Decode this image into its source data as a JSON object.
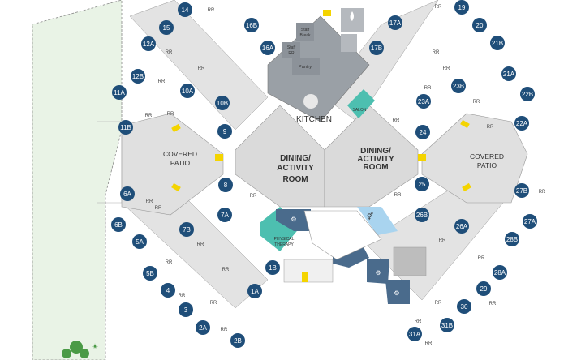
{
  "map": {
    "labels": {
      "dining_left": [
        "DINING/",
        "ACTIVITY",
        "ROOM"
      ],
      "dining_right": [
        "DINING/",
        "ACTIVITY",
        "ROOM"
      ],
      "patio_left": [
        "COVERED",
        "PATIO"
      ],
      "patio_right": [
        "COVERED",
        "PATIO"
      ],
      "kitchen": "KITCHEN",
      "pantry": "Pantry",
      "staff_break": [
        "Staff",
        "Break"
      ],
      "staff_rr": [
        "Staff",
        "RR"
      ],
      "salon": "SALON",
      "physical_therapy": [
        "PHYSICAL",
        "THERAPY"
      ],
      "restroom": "RR"
    },
    "rooms": [
      {
        "id": "14",
        "label": "14"
      },
      {
        "id": "15",
        "label": "15"
      },
      {
        "id": "16B",
        "label": "16B"
      },
      {
        "id": "16A",
        "label": "16A"
      },
      {
        "id": "12A",
        "label": "12A"
      },
      {
        "id": "12B",
        "label": "12B"
      },
      {
        "id": "11A",
        "label": "11A"
      },
      {
        "id": "11B",
        "label": "11B"
      },
      {
        "id": "10A",
        "label": "10A"
      },
      {
        "id": "10B",
        "label": "10B"
      },
      {
        "id": "9",
        "label": "9"
      },
      {
        "id": "8",
        "label": "8"
      },
      {
        "id": "7A",
        "label": "7A"
      },
      {
        "id": "7B",
        "label": "7B"
      },
      {
        "id": "6A",
        "label": "6A"
      },
      {
        "id": "6B",
        "label": "6B"
      },
      {
        "id": "5A",
        "label": "5A"
      },
      {
        "id": "5B",
        "label": "5B"
      },
      {
        "id": "4",
        "label": "4"
      },
      {
        "id": "3",
        "label": "3"
      },
      {
        "id": "2A",
        "label": "2A"
      },
      {
        "id": "2B",
        "label": "2B"
      },
      {
        "id": "1A",
        "label": "1A"
      },
      {
        "id": "1B",
        "label": "1B"
      },
      {
        "id": "19",
        "label": "19"
      },
      {
        "id": "20",
        "label": "20"
      },
      {
        "id": "17A",
        "label": "17A"
      },
      {
        "id": "17B",
        "label": "17B"
      },
      {
        "id": "21B",
        "label": "21B"
      },
      {
        "id": "21A",
        "label": "21A"
      },
      {
        "id": "23B",
        "label": "23B"
      },
      {
        "id": "23A",
        "label": "23A"
      },
      {
        "id": "22B",
        "label": "22B"
      },
      {
        "id": "22A",
        "label": "22A"
      },
      {
        "id": "24",
        "label": "24"
      },
      {
        "id": "25",
        "label": "25"
      },
      {
        "id": "26B",
        "label": "26B"
      },
      {
        "id": "26A",
        "label": "26A"
      },
      {
        "id": "27B",
        "label": "27B"
      },
      {
        "id": "27A",
        "label": "27A"
      },
      {
        "id": "28B",
        "label": "28B"
      },
      {
        "id": "28A",
        "label": "28A"
      },
      {
        "id": "29",
        "label": "29"
      },
      {
        "id": "30",
        "label": "30"
      },
      {
        "id": "31A",
        "label": "31A"
      },
      {
        "id": "31B",
        "label": "31B"
      }
    ],
    "colors": {
      "room_marker": "#1f4e79",
      "corridor": "#e3e3e3",
      "room_fill": "#f2f2ec",
      "service": "#9aa0a6",
      "teal": "#4dbfb0",
      "light_blue": "#a9d4ef",
      "slate": "#4a6b8c",
      "door_accent": "#f4d400",
      "garden": "#e9f3e6",
      "tree": "#4a9a46"
    }
  }
}
